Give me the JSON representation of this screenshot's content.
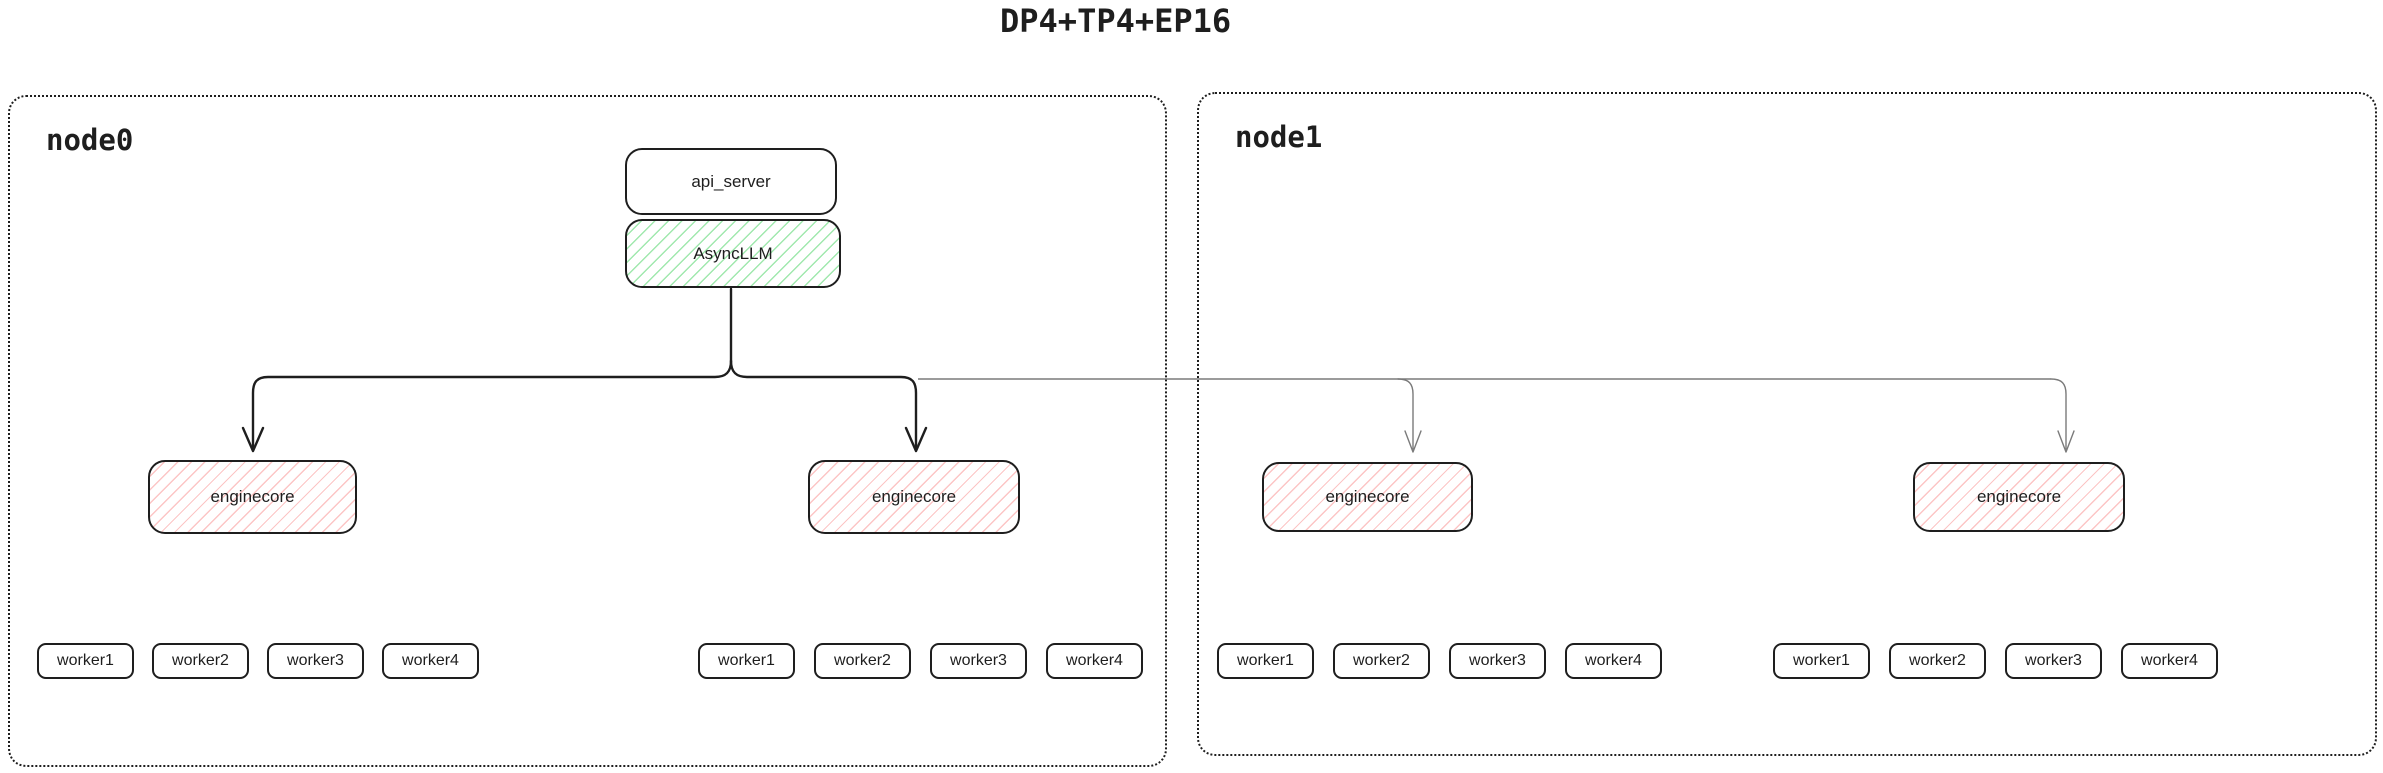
{
  "title": "DP4+TP4+EP16",
  "colors": {
    "outline": "#1e1e1e",
    "green_hatch": "#6edc82",
    "red_hatch": "#fa8c8c",
    "thick_arrow": "#1e1e1e",
    "thin_arrow": "#7a7a7a"
  },
  "api_server": {
    "label": "api_server"
  },
  "async_llm": {
    "label": "AsyncLLM"
  },
  "nodes": [
    {
      "label": "node0",
      "enginecores": [
        "enginecore",
        "enginecore"
      ],
      "worker_groups": [
        [
          "worker1",
          "worker2",
          "worker3",
          "worker4"
        ],
        [
          "worker1",
          "worker2",
          "worker3",
          "worker4"
        ]
      ]
    },
    {
      "label": "node1",
      "enginecores": [
        "enginecore",
        "enginecore"
      ],
      "worker_groups": [
        [
          "worker1",
          "worker2",
          "worker3",
          "worker4"
        ],
        [
          "worker1",
          "worker2",
          "worker3",
          "worker4"
        ]
      ]
    }
  ]
}
